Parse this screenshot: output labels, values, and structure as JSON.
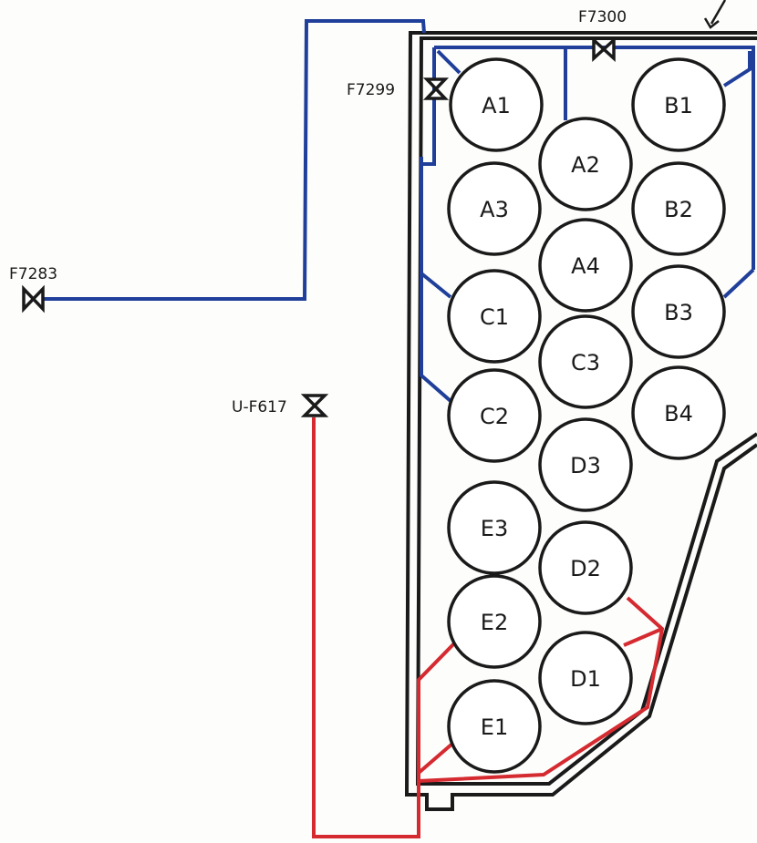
{
  "colors": {
    "background": "#fdfdfb",
    "enclosure": "#1a1a1a",
    "blue_line": "#1f3f9a",
    "red_line": "#d42a30",
    "tank_fill": "#ffffff",
    "tank_stroke": "#1a1a1a"
  },
  "valves": {
    "f7300": {
      "label": "F7300",
      "icon": "bowtie-valve-icon"
    },
    "f7299": {
      "label": "F7299",
      "icon": "bowtie-valve-icon"
    },
    "f7283": {
      "label": "F7283",
      "icon": "bowtie-valve-icon"
    },
    "uf617": {
      "label": "U-F617",
      "icon": "bowtie-valve-icon"
    }
  },
  "tanks": {
    "a1": "A1",
    "a2": "A2",
    "a3": "A3",
    "a4": "A4",
    "b1": "B1",
    "b2": "B2",
    "b3": "B3",
    "b4": "B4",
    "c1": "C1",
    "c2": "C2",
    "c3": "C3",
    "d1": "D1",
    "d2": "D2",
    "d3": "D3",
    "e1": "E1",
    "e2": "E2",
    "e3": "E3"
  },
  "annotation": {
    "icon": "pointer-arrow-icon"
  }
}
